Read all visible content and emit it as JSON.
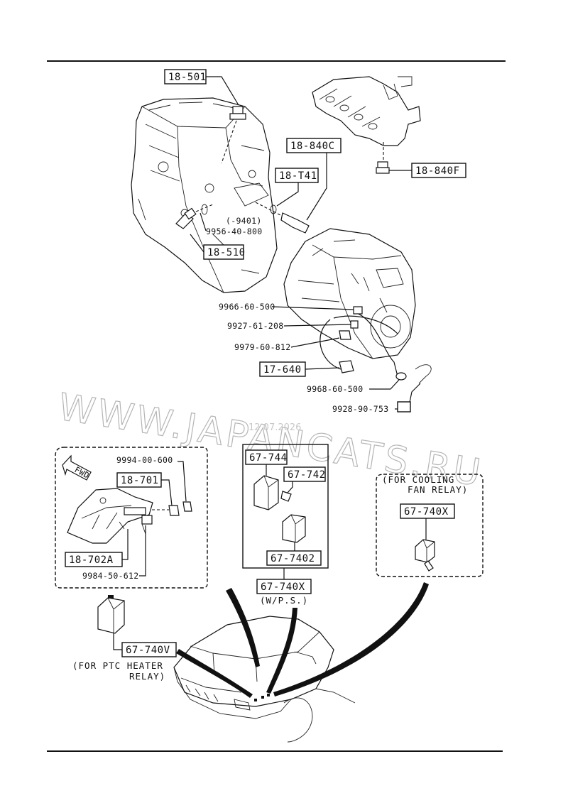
{
  "labels": {
    "p18_501": "18-501",
    "p18_840C": "18-840C",
    "p18_T41": "18-T41",
    "p18_840F": "18-840F",
    "note_9401": "(-9401)",
    "p9956_40_800": "9956-40-800",
    "p18_510": "18-510",
    "p9966_60_500": "9966-60-500",
    "p9927_61_208": "9927-61-208",
    "p9979_60_812": "9979-60-812",
    "p17_640": "17-640",
    "p9968_60_500": "9968-60-500",
    "p9928_90_753": "9928-90-753",
    "p9994_00_600": "9994-00-600",
    "p18_701": "18-701",
    "p18_702A": "18-702A",
    "p9984_50_612": "9984-50-612",
    "fwd": "FWD",
    "p67_744": "67-744",
    "p67_742": "67-742",
    "p67_7402": "67-7402",
    "p67_740X_ps": "67-740X",
    "note_wps": "(W/P.S.)",
    "note_cooling_1": "(FOR COOLING",
    "note_cooling_2": "FAN RELAY)",
    "p67_740X_fan": "67-740X",
    "p67_740V": "67-740V",
    "note_ptc_1": "(FOR PTC HEATER",
    "note_ptc_2": "RELAY)"
  },
  "watermark": {
    "text": "WWW.JAPANCATS.RU",
    "date": "12.07.2026"
  },
  "colors": {
    "ink": "#111111",
    "paper": "#ffffff",
    "watermark": "#b5b5b5"
  }
}
